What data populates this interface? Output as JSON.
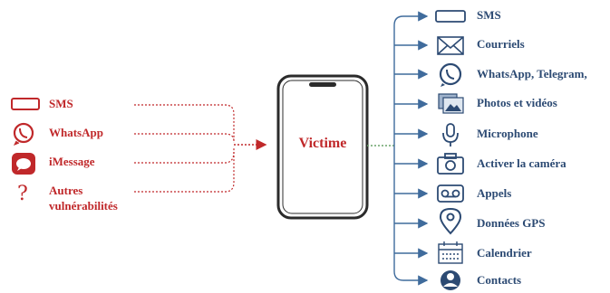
{
  "colors": {
    "red": "#c0282a",
    "blue": "#2c4a73",
    "arrow_blue": "#3f6b9c",
    "green_dotted": "#6aa36a",
    "phone_frame": "#2b2b2b"
  },
  "center": {
    "label": "Victime"
  },
  "vectors": [
    {
      "label": "SMS",
      "icon": "sms-bubble-icon"
    },
    {
      "label": "WhatsApp",
      "icon": "whatsapp-icon"
    },
    {
      "label": "iMessage",
      "icon": "imessage-icon"
    },
    {
      "label": "Autres",
      "label2": "vulnérabilités",
      "icon": "question-mark-icon"
    }
  ],
  "outputs": [
    {
      "label": "SMS",
      "icon": "sms-bubble-icon"
    },
    {
      "label": "Courriels",
      "icon": "envelope-icon"
    },
    {
      "label": "WhatsApp, Telegram,",
      "icon": "whatsapp-icon"
    },
    {
      "label": "Photos et vidéos",
      "icon": "photos-icon"
    },
    {
      "label": "Microphone",
      "icon": "microphone-icon"
    },
    {
      "label": "Activer la caméra",
      "icon": "camera-icon"
    },
    {
      "label": "Appels",
      "icon": "voicemail-icon"
    },
    {
      "label": "Données GPS",
      "icon": "location-pin-icon"
    },
    {
      "label": "Calendrier",
      "icon": "calendar-icon"
    },
    {
      "label": "Contacts",
      "icon": "contact-icon"
    }
  ]
}
